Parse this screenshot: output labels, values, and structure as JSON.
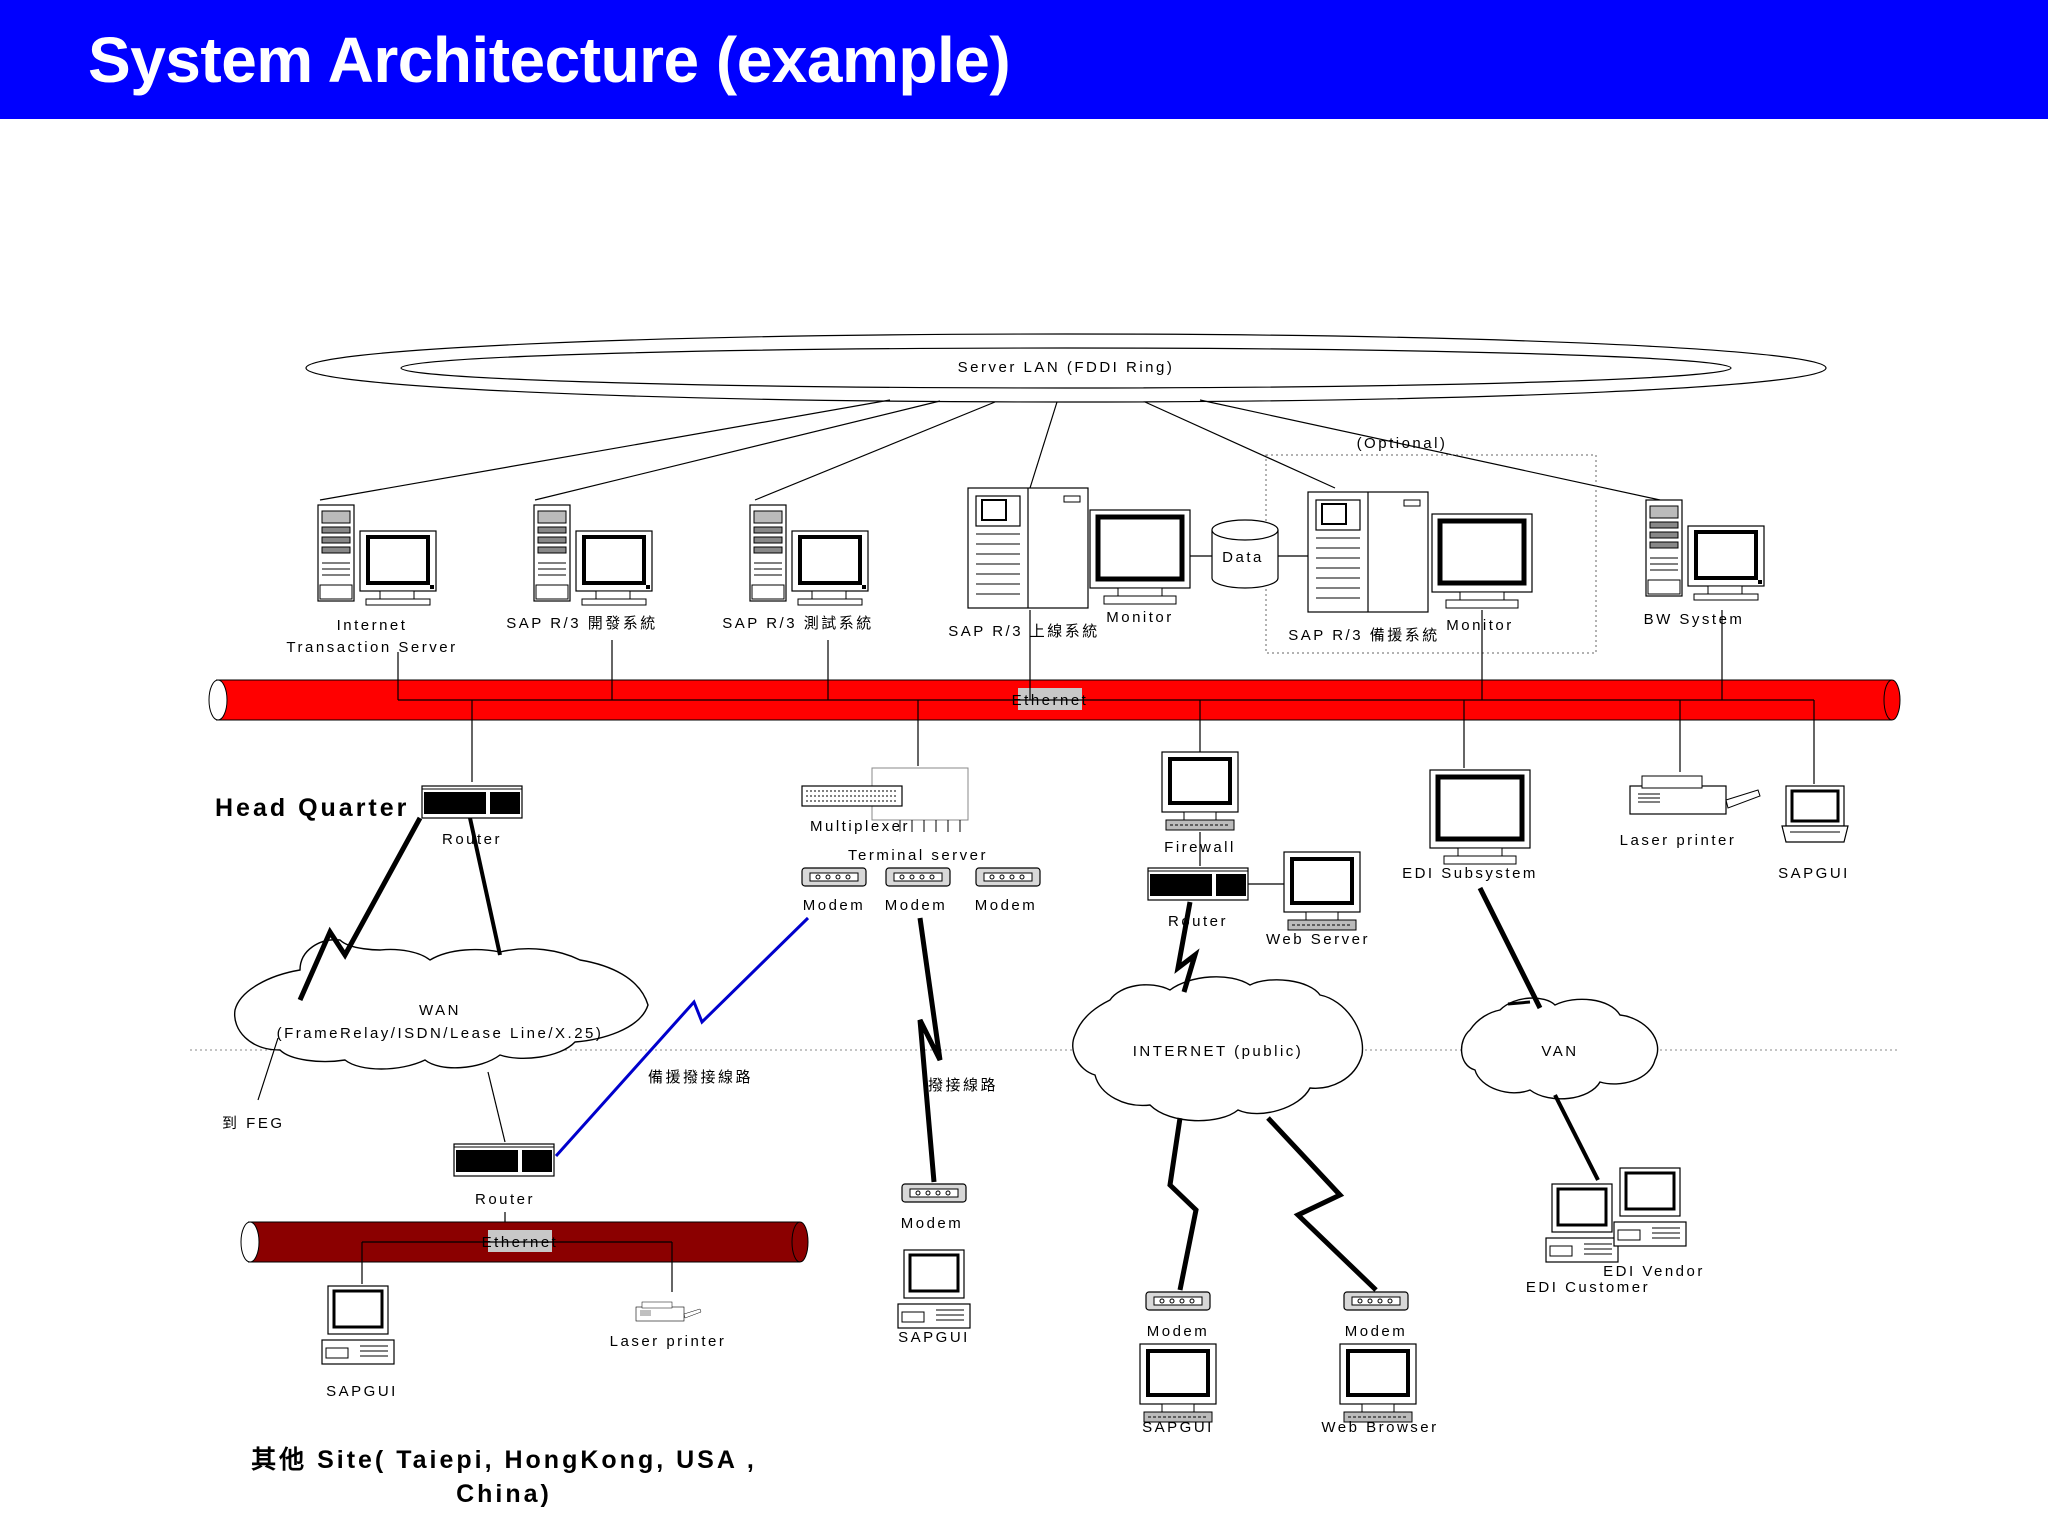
{
  "title": "System Architecture (example)",
  "colors": {
    "title_bar": "#0000ff",
    "title_text": "#ffffff",
    "hq_ethernet": "#ff0000",
    "site_ethernet": "#8b0000",
    "backup_link": "#0000cc"
  },
  "labels": {
    "server_lan": "Server LAN (FDDI Ring)",
    "optional": "(Optional)",
    "its_line1": "Internet",
    "its_line2": "Transaction Server",
    "sap_dev": "SAP R/3 開發系統",
    "sap_test": "SAP R/3 測試系統",
    "sap_prod": "SAP R/3 上線系統",
    "monitor_1": "Monitor",
    "data": "Data",
    "sap_backup": "SAP R/3 備援系統",
    "monitor_2": "Monitor",
    "bw_system": "BW System",
    "ethernet_hq": "Ethernet",
    "head_quarter": "Head Quarter",
    "router_hq": "Router",
    "multiplexer": "Multiplexer",
    "terminal_server": "Terminal server",
    "modem_1": "Modem",
    "modem_2": "Modem",
    "modem_3": "Modem",
    "firewall": "Firewall",
    "router_inet": "Router",
    "web_server": "Web Server",
    "edi_subsystem": "EDI Subsystem",
    "laser_printer_hq": "Laser printer",
    "sapgui_hq": "SAPGUI",
    "wan_line1": "WAN",
    "wan_line2": "(FrameRelay/ISDN/Lease Line/X.25)",
    "to_feg": "到 FEG",
    "backup_dial_line": "備援撥接線路",
    "dial_line": "撥接線路",
    "internet_public": "INTERNET (public)",
    "van": "VAN",
    "router_site": "Router",
    "ethernet_site": "Ethernet",
    "modem_dial": "Modem",
    "sapgui_dial": "SAPGUI",
    "edi_vendor": "EDI Vendor",
    "edi_customer": "EDI Customer",
    "sapgui_site": "SAPGUI",
    "laser_printer_site": "Laser printer",
    "modem_inet_1": "Modem",
    "sapgui_inet": "SAPGUI",
    "modem_inet_2": "Modem",
    "web_browser": "Web Browser",
    "other_sites_line1": "其他 Site( Taiepi, HongKong, USA ,",
    "other_sites_line2": "China)"
  }
}
